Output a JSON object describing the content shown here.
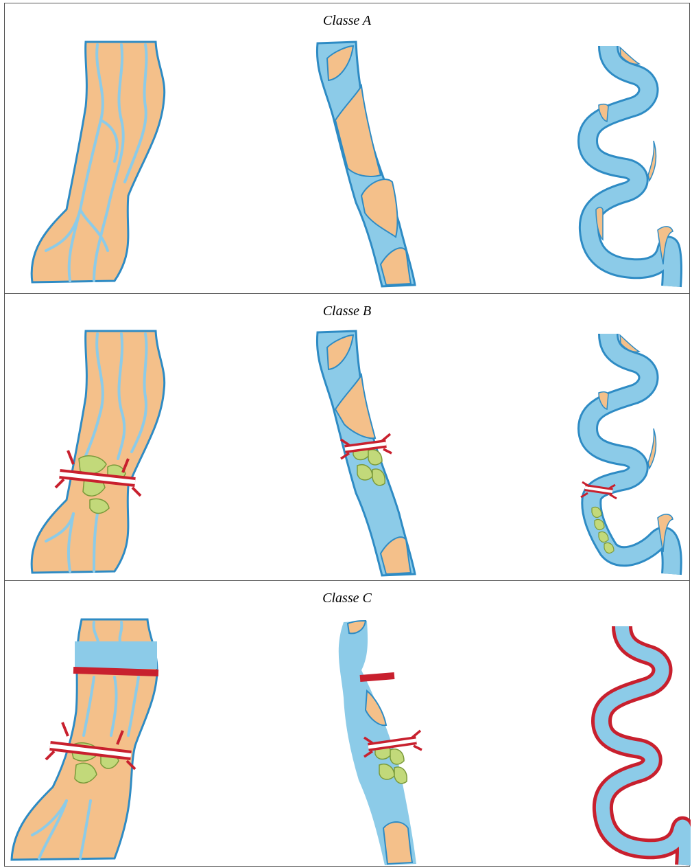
{
  "classes": [
    {
      "label": "Classe A"
    },
    {
      "label": "Classe B"
    },
    {
      "label": "Classe C"
    }
  ],
  "colors": {
    "water": "#8ccbe8",
    "water_stroke": "#2e8bc4",
    "bank": "#f4c08a",
    "vegetation": "#c2d97a",
    "vegetation_stroke": "#7a9a3a",
    "barrier": "#c8202e"
  },
  "icons": {
    "braided": "braided-river-icon",
    "wandering": "wandering-river-icon",
    "meandering": "meandering-river-icon",
    "bridge": "bridge-barrier-icon",
    "dam": "dam-barrier-icon"
  }
}
